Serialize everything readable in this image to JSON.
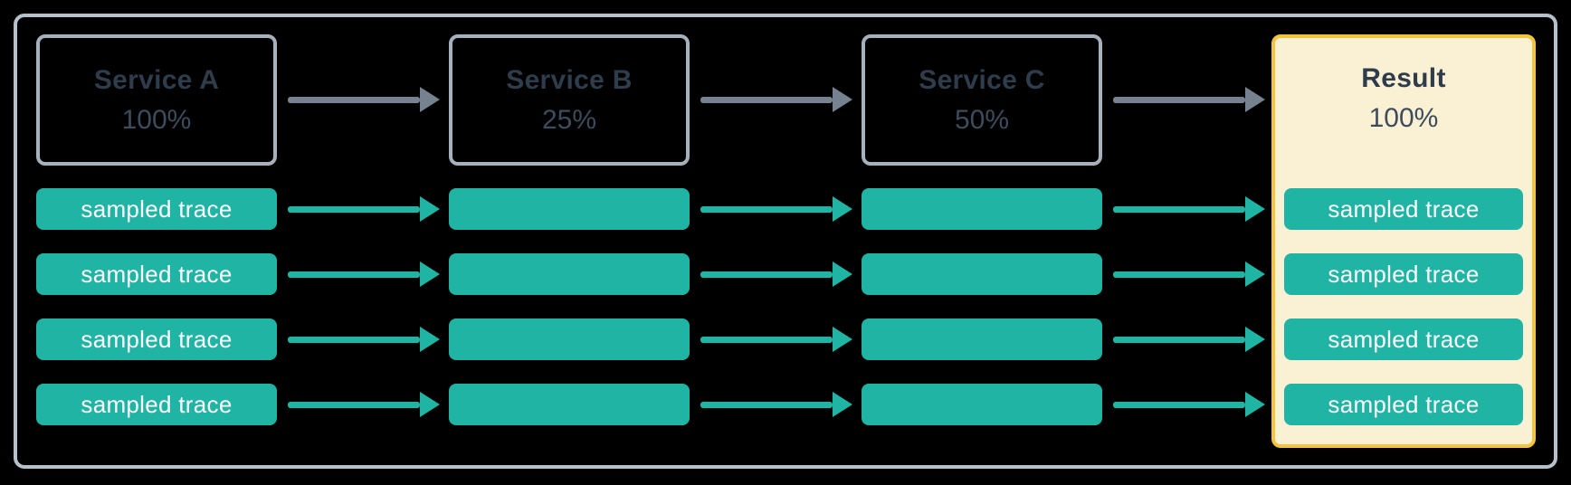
{
  "columns": [
    {
      "label": "Service A",
      "rate": "100%"
    },
    {
      "label": "Service B",
      "rate": "25%"
    },
    {
      "label": "Service C",
      "rate": "50%"
    },
    {
      "label": "Result",
      "rate": "100%"
    }
  ],
  "trace_label": "sampled trace",
  "row_count": 4,
  "colors": {
    "background": "#000000",
    "frame-border": "#b7c1cb",
    "service-border": "#a6b1bd",
    "heading-text": "#2e3c4b",
    "rate-text": "#3d4c5d",
    "arrow-gray": "#76828f",
    "teal": "#1fb4a4",
    "trace-text": "#ffffff",
    "result-fill": "#faf0d3",
    "result-border": "#f2c53d"
  }
}
